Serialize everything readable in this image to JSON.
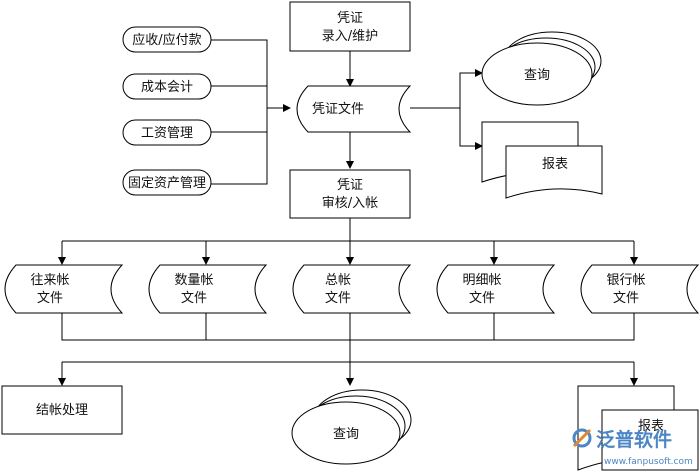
{
  "colors": {
    "stroke": "#000000",
    "fill": "#ffffff",
    "watermark": "#4d86c4"
  },
  "modules": [
    {
      "id": "ar_ap",
      "label": "应收/应付款"
    },
    {
      "id": "cost",
      "label": "成本会计"
    },
    {
      "id": "payroll",
      "label": "工资管理"
    },
    {
      "id": "fixed_assets",
      "label": "固定资产管理"
    }
  ],
  "voucher_entry": {
    "line1": "凭证",
    "line2": "录入/维护"
  },
  "voucher_file": {
    "label": "凭证文件"
  },
  "query_top": {
    "label": "查询"
  },
  "report_top": {
    "label": "报表"
  },
  "voucher_review": {
    "line1": "凭证",
    "line2": "审核/入帐"
  },
  "ledgers": [
    {
      "id": "current",
      "line1": "往来帐",
      "line2": "文件"
    },
    {
      "id": "quantity",
      "line1": "数量帐",
      "line2": "文件"
    },
    {
      "id": "general",
      "line1": "总帐",
      "line2": "文件"
    },
    {
      "id": "detail",
      "line1": "明细帐",
      "line2": "文件"
    },
    {
      "id": "bank",
      "line1": "银行帐",
      "line2": "文件"
    }
  ],
  "closing": {
    "label": "结帐处理"
  },
  "query_bottom": {
    "label": "查询"
  },
  "report_bottom": {
    "label": "报表"
  },
  "watermark": {
    "brand": "泛普软件",
    "url": "www.fanpusoft.com",
    "logo_icon": "fanpu-logo-icon"
  }
}
